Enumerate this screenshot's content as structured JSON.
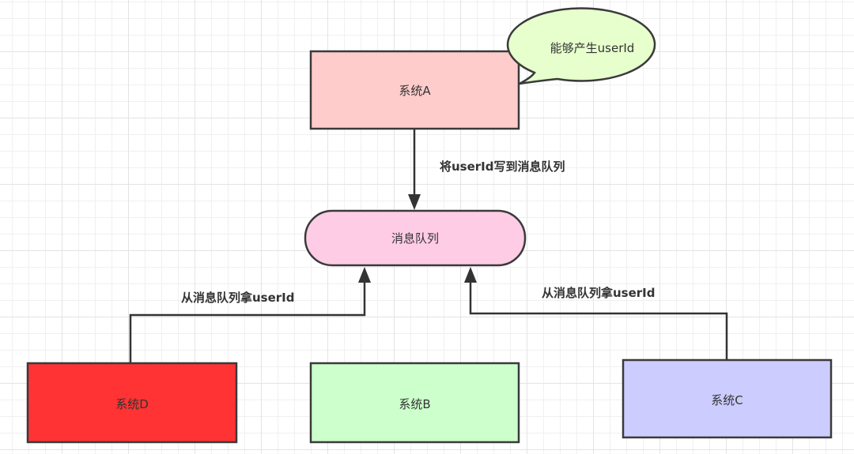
{
  "diagram": {
    "title": "",
    "nodes": {
      "system_a": {
        "label": "系统A",
        "fill": "#ffcccc",
        "shape": "rectangle"
      },
      "callout": {
        "label": "能够产生userId",
        "fill": "#e6ffcc",
        "shape": "speech-bubble"
      },
      "queue": {
        "label": "消息队列",
        "fill": "#ffcce6",
        "shape": "rounded-pill"
      },
      "system_d": {
        "label": "系统D",
        "fill": "#ff3333",
        "shape": "rectangle"
      },
      "system_b": {
        "label": "系统B",
        "fill": "#ccffcc",
        "shape": "rectangle"
      },
      "system_c": {
        "label": "系统C",
        "fill": "#ccccff",
        "shape": "rectangle"
      }
    },
    "edges": {
      "a_to_queue": {
        "from": "system_a",
        "to": "queue",
        "label": "将userId写到消息队列"
      },
      "d_to_queue": {
        "from": "system_d",
        "to": "queue",
        "label": "从消息队列拿userId"
      },
      "c_to_queue": {
        "from": "system_c",
        "to": "queue",
        "label": "从消息队列拿userId"
      }
    },
    "colors": {
      "stroke": "#3a3a3a",
      "text": "#333333",
      "grid": "#e4e4e4"
    }
  }
}
